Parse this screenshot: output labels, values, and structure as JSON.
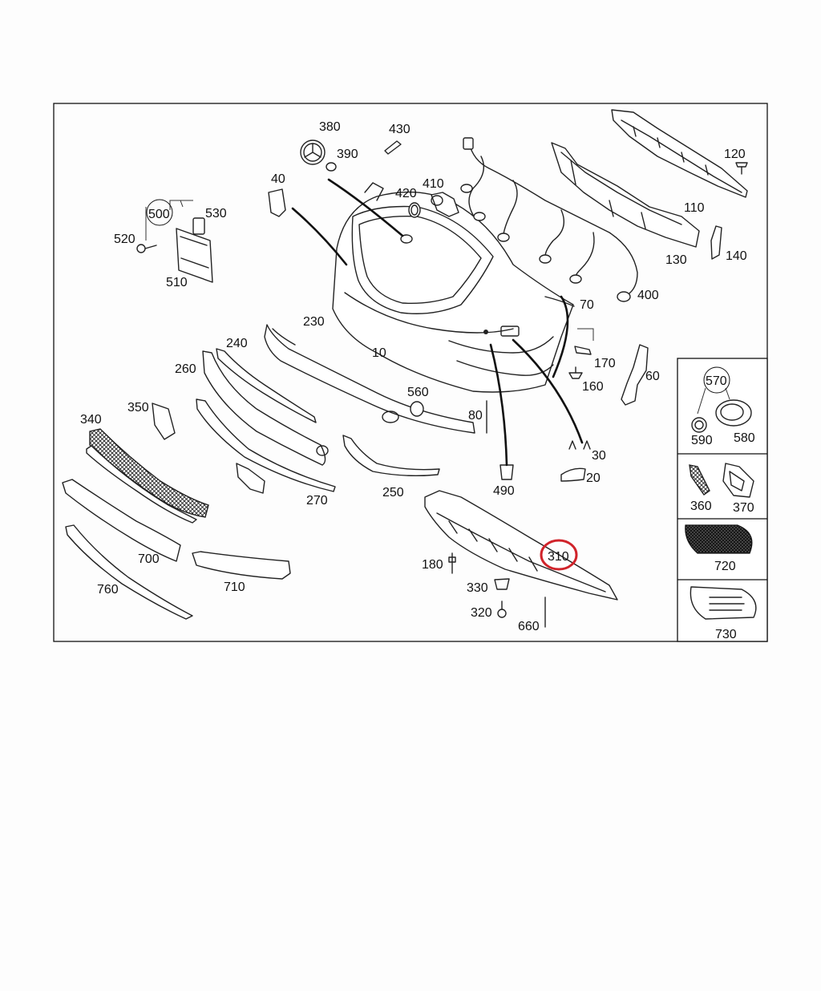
{
  "highlight_color": "#d0232a",
  "labels": {
    "p10": "10",
    "p20": "20",
    "p30": "30",
    "p40": "40",
    "p60": "60",
    "p70": "70",
    "p80": "80",
    "p110": "110",
    "p120": "120",
    "p130": "130",
    "p140": "140",
    "p160": "160",
    "p170": "170",
    "p180": "180",
    "p230": "230",
    "p240": "240",
    "p250": "250",
    "p260": "260",
    "p270": "270",
    "p310": "310",
    "p320": "320",
    "p330": "330",
    "p340": "340",
    "p350": "350",
    "p360": "360",
    "p370": "370",
    "p380": "380",
    "p390": "390",
    "p400": "400",
    "p410": "410",
    "p420": "420",
    "p430": "430",
    "p490": "490",
    "p500": "500",
    "p510": "510",
    "p520": "520",
    "p530": "530",
    "p560": "560",
    "p570": "570",
    "p580": "580",
    "p590": "590",
    "p660": "660",
    "p700": "700",
    "p710": "710",
    "p720": "720",
    "p730": "730",
    "p760": "760"
  }
}
